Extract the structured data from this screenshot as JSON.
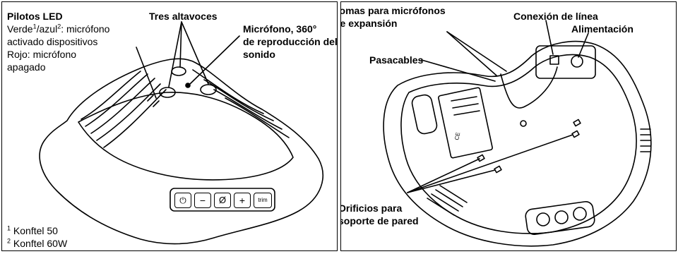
{
  "left_panel": {
    "leds_title": "Pilotos LED",
    "leds_line1": {
      "a": "Verde",
      "sup1": "1",
      "b": "/azul",
      "sup2": "2",
      "c": ": micrófono"
    },
    "leds_line2": "activado dispositivos",
    "leds_line3": "Rojo: micrófono",
    "leds_line4": "apagado",
    "speakers": "Tres altavoces",
    "mic_line1": "Micrófono, 360°",
    "mic_line2": "de reproducción del",
    "mic_line3": "sonido",
    "footnote1": {
      "sup": "1",
      "text": "Konftel 50"
    },
    "footnote2": {
      "sup": "2",
      "text": "Konftel 60W"
    },
    "buttons": {
      "mute_glyph": "⏻",
      "minus": "−",
      "phone_glyph": "Ø",
      "plus": "+",
      "trim": "trim"
    }
  },
  "right_panel": {
    "sockets_line1": "Tomas para micrófonos",
    "sockets_line2": "de expansión",
    "line_connection": "Conexión de línea",
    "power": "Alimentación",
    "cable_guides": "Pasacables",
    "holes_line1": "Orificios para",
    "holes_line2": "soporte de pared",
    "label_ce": "CE"
  }
}
